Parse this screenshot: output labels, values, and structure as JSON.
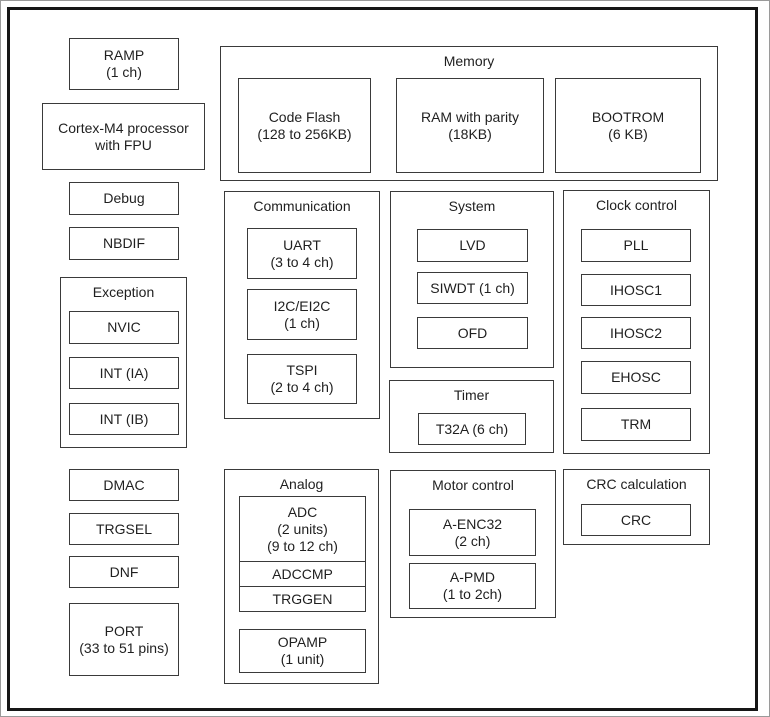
{
  "cpu": {
    "ramp": "RAMP\n(1 ch)",
    "processor": "Cortex-M4 processor\nwith FPU",
    "debug": "Debug",
    "nbdif": "NBDIF",
    "dmac": "DMAC",
    "trgsel": "TRGSEL",
    "dnf": "DNF",
    "port": "PORT\n(33 to 51 pins)"
  },
  "exception": {
    "title": "Exception",
    "nvic": "NVIC",
    "int_ia": "INT (IA)",
    "int_ib": "INT (IB)"
  },
  "memory": {
    "title": "Memory",
    "code_flash": "Code Flash\n(128 to 256KB)",
    "ram": "RAM with parity\n(18KB)",
    "bootrom": "BOOTROM\n(6 KB)"
  },
  "communication": {
    "title": "Communication",
    "uart": "UART\n(3 to 4 ch)",
    "i2c": "I2C/EI2C\n(1 ch)",
    "tspi": "TSPI\n(2 to 4 ch)"
  },
  "system": {
    "title": "System",
    "lvd": "LVD",
    "siwdt": "SIWDT (1 ch)",
    "ofd": "OFD"
  },
  "timer": {
    "title": "Timer",
    "t32a": "T32A (6 ch)"
  },
  "clock": {
    "title": "Clock control",
    "pll": "PLL",
    "ihosc1": "IHOSC1",
    "ihosc2": "IHOSC2",
    "ehosc": "EHOSC",
    "trm": "TRM"
  },
  "analog": {
    "title": "Analog",
    "adc": "ADC\n(2 units)\n(9 to 12 ch)",
    "adccmp": "ADCCMP",
    "trggen": "TRGGEN",
    "opamp": "OPAMP\n(1 unit)"
  },
  "motor": {
    "title": "Motor control",
    "a_enc32": "A-ENC32\n(2 ch)",
    "a_pmd": "A-PMD\n(1 to 2ch)"
  },
  "crc": {
    "title": "CRC calculation",
    "crc": "CRC"
  },
  "colors": {
    "background": "#ffffff",
    "line": "#3a3a3a",
    "chip_border": "#161616",
    "text": "#1f1f1f"
  }
}
